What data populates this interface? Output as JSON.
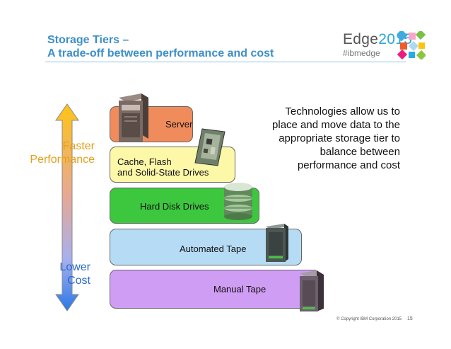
{
  "slide": {
    "title_line1": "Storage Tiers –",
    "title_line2": "A trade-off between performance and cost",
    "logo_word": "Edge",
    "logo_year": "2015",
    "logo_tag": "#ibmedge",
    "faster_line1": "Faster",
    "faster_line2": "Performance",
    "lower_line1": "Lower",
    "lower_line2": "Cost",
    "tiers": {
      "server": "Server",
      "cache_line1": "Cache, Flash",
      "cache_line2": "and Solid-State Drives",
      "hdd": "Hard Disk Drives",
      "automated": "Automated Tape",
      "manual": "Manual Tape"
    },
    "description": [
      "Technologies allow us to",
      "place and move data to the",
      "appropriate storage tier to",
      "balance between",
      "performance and cost"
    ],
    "copyright": "© Copyright IBM Corporation 2015",
    "page_number": "15"
  },
  "colors": {
    "title": "#3c8fc9",
    "faster": "#e3a01a",
    "lower": "#2a6ac9",
    "server": "#f08c5c",
    "cache": "#fdf7a8",
    "hdd": "#3dc73f",
    "automated_tape": "#b6dbf5",
    "manual_tape": "#cf9df3"
  },
  "icons": [
    "server-image",
    "flash-card-image",
    "disk-stack-image",
    "tape-library-image",
    "tape-cartridge-image",
    "ibm-edge-mosaic-logo",
    "vertical-double-arrow"
  ]
}
